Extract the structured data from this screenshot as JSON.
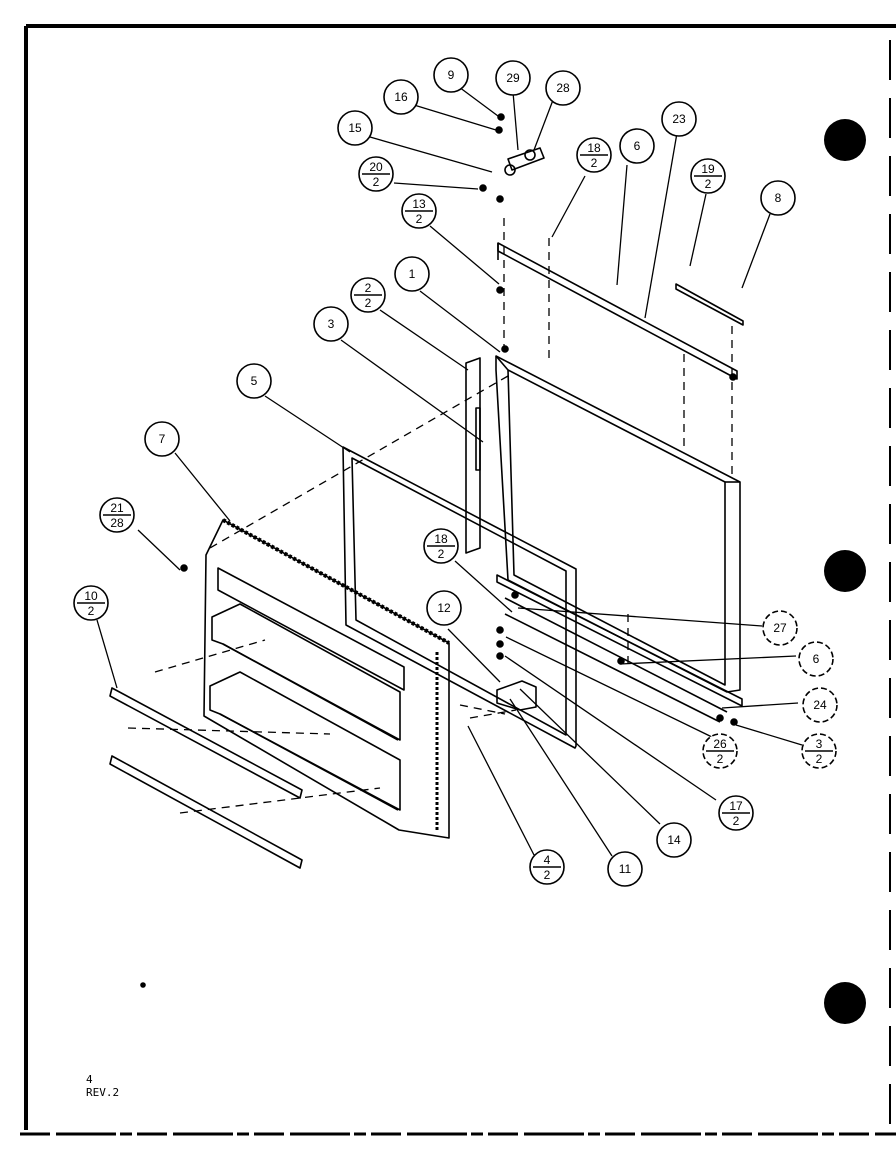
{
  "diagram": {
    "callouts": [
      {
        "id": "c9",
        "num": "9"
      },
      {
        "id": "c29",
        "num": "29"
      },
      {
        "id": "c28",
        "num": "28"
      },
      {
        "id": "c16",
        "num": "16"
      },
      {
        "id": "c15",
        "num": "15"
      },
      {
        "id": "c20_2",
        "num": "20",
        "den": "2"
      },
      {
        "id": "c18_2a",
        "num": "18",
        "den": "2"
      },
      {
        "id": "c6a",
        "num": "6"
      },
      {
        "id": "c23",
        "num": "23"
      },
      {
        "id": "c19_2",
        "num": "19",
        "den": "2"
      },
      {
        "id": "c8",
        "num": "8"
      },
      {
        "id": "c13_2",
        "num": "13",
        "den": "2"
      },
      {
        "id": "c1",
        "num": "1"
      },
      {
        "id": "c2_2",
        "num": "2",
        "den": "2"
      },
      {
        "id": "c3",
        "num": "3"
      },
      {
        "id": "c5",
        "num": "5"
      },
      {
        "id": "c7",
        "num": "7"
      },
      {
        "id": "c21_28",
        "num": "21",
        "den": "28"
      },
      {
        "id": "c10_2",
        "num": "10",
        "den": "2"
      },
      {
        "id": "c18_2b",
        "num": "18",
        "den": "2"
      },
      {
        "id": "c12",
        "num": "12"
      },
      {
        "id": "c27",
        "num": "27"
      },
      {
        "id": "c6b",
        "num": "6"
      },
      {
        "id": "c24",
        "num": "24"
      },
      {
        "id": "c26_2",
        "num": "26",
        "den": "2"
      },
      {
        "id": "c3_2",
        "num": "3",
        "den": "2"
      },
      {
        "id": "c17_2",
        "num": "17",
        "den": "2"
      },
      {
        "id": "c14",
        "num": "14"
      },
      {
        "id": "c11",
        "num": "11"
      },
      {
        "id": "c4_2",
        "num": "4",
        "den": "2"
      }
    ]
  },
  "footer": {
    "line1": "4",
    "line2": "REV.2"
  }
}
